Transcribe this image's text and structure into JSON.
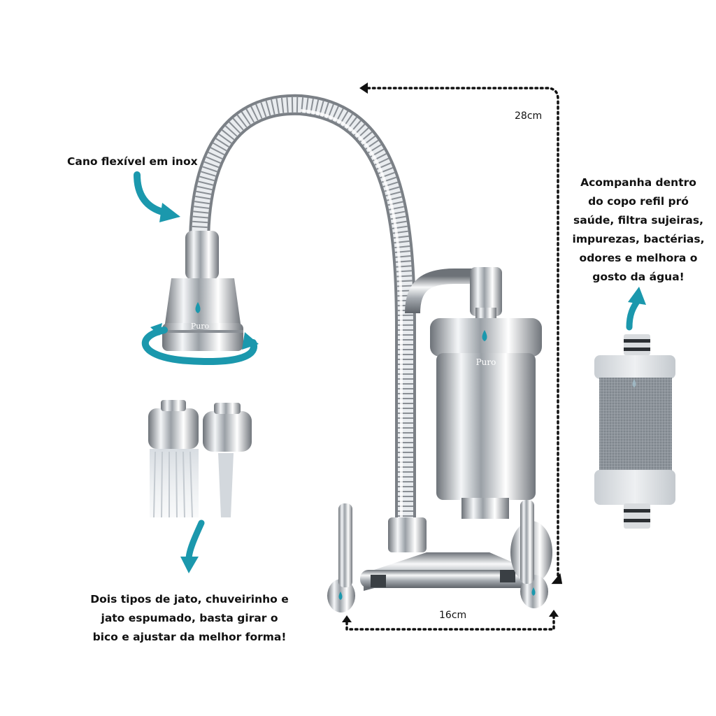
{
  "labels": {
    "hose": "Cano flexível em inox",
    "refill_line1": "Acompanha  dentro",
    "refill_line2": "do copo refil pró",
    "refill_line3": "saúde, filtra sujeiras,",
    "refill_line4": "impurezas, bactérias,",
    "refill_line5": "odores e melhora o",
    "refill_line6": "gosto da água!",
    "jet_line1": "Dois tipos de jato, chuveirinho e",
    "jet_line2": "jato espumado, basta girar o",
    "jet_line3": "bico e ajustar da melhor forma!"
  },
  "dimensions": {
    "height": "28cm",
    "width": "16cm"
  },
  "brand": {
    "logo_text": "Puro"
  },
  "colors": {
    "accent": "#1b98ad",
    "chrome_dark": "#7a7f85",
    "chrome_light": "#f2f4f6",
    "text": "#111111"
  },
  "icons": [
    "curved-arrow-down-right-icon",
    "rotate-arrows-icon",
    "arrow-down-icon",
    "arrow-up-icon",
    "water-drop-logo-icon"
  ]
}
